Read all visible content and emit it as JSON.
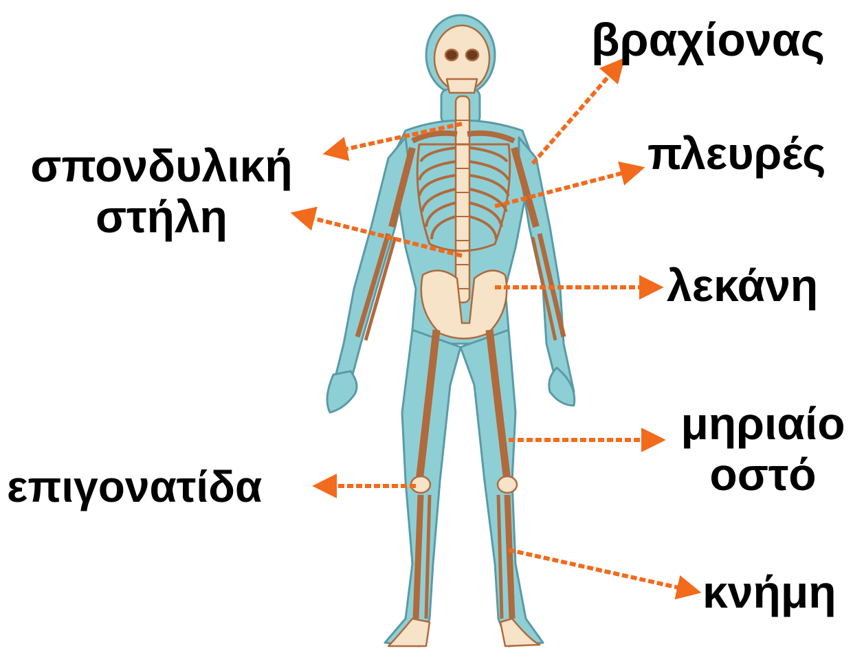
{
  "labels": {
    "humerus": "βραχίονας",
    "spine_line1": "σπονδυλική",
    "spine_line2": "στήλη",
    "ribs": "πλευρές",
    "pelvis": "λεκάνη",
    "femur_line1": "μηριαίο",
    "femur_line2": "οστό",
    "patella": "επιγονατίδα",
    "tibia": "κνήμη"
  },
  "colors": {
    "arrow": "#f26a1b",
    "skin": "#8ecfd6",
    "skin_outline": "#5a9aa6",
    "bone": "#f6e3c8",
    "bone_outline": "#b06a3c",
    "text": "#000000"
  }
}
